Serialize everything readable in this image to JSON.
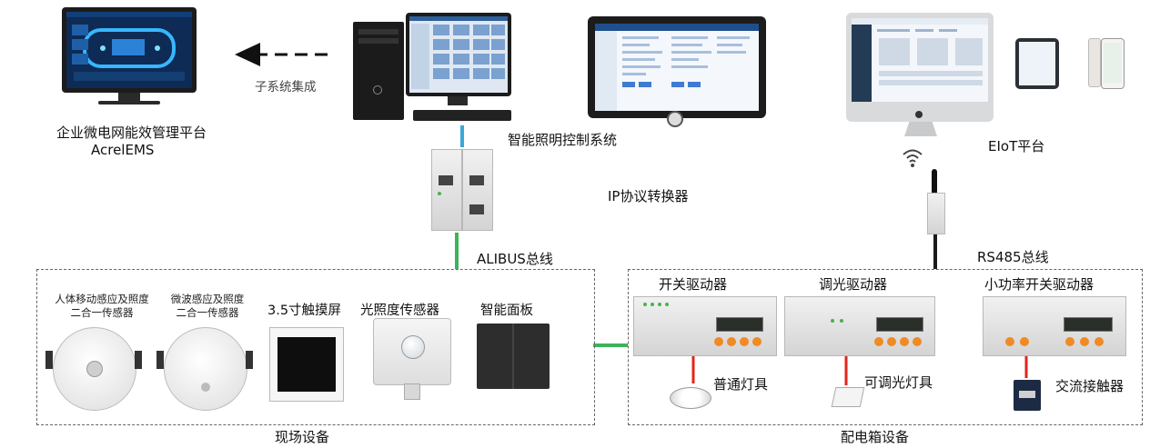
{
  "labels": {
    "subsystem_integration": "子系统集成",
    "ems_platform_line1": "企业微电网能效管理平台",
    "ems_platform_line2": "AcrelEMS",
    "lighting_control_system": "智能照明控制系统",
    "eiot_platform": "EIoT平台",
    "ip_converter": "IP协议转换器",
    "alibus": "ALIBUS总线",
    "rs485": "RS485总线",
    "field_devices": "现场设备",
    "distribution_box_devices": "配电箱设备"
  },
  "field_items": [
    {
      "name_line1": "人体移动感应及照度",
      "name_line2": "二合一传感器"
    },
    {
      "name_line1": "微波感应及照度",
      "name_line2": "二合一传感器"
    },
    {
      "name": "3.5寸触摸屏"
    },
    {
      "name": "光照度传感器"
    },
    {
      "name": "智能面板"
    }
  ],
  "box_items": [
    {
      "driver": "开关驱动器",
      "load": "普通灯具"
    },
    {
      "driver": "调光驱动器",
      "load": "可调光灯具"
    },
    {
      "driver": "小功率开关驱动器",
      "load": "交流接触器"
    }
  ],
  "colors": {
    "bus_blue": "#3aa7d8",
    "bus_green": "#3db35a",
    "bus_black": "#1a1a1a",
    "load_red": "#e0261b",
    "dashed_border": "#666666"
  }
}
